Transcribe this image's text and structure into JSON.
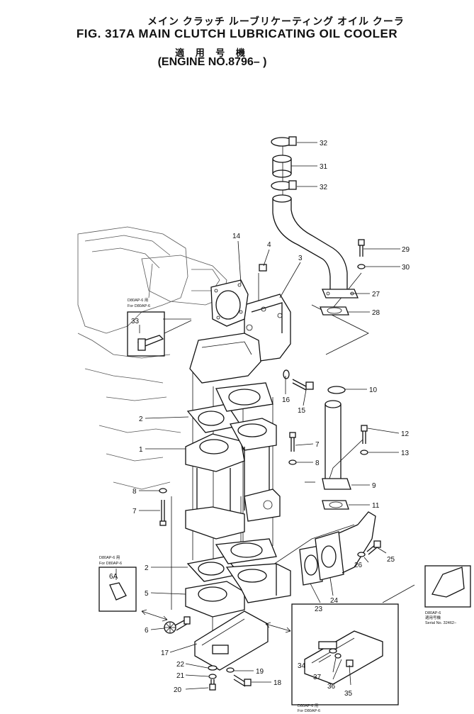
{
  "header": {
    "jp_title": "メイン クラッチ ルーブリケーティング オイル クーラ",
    "title": "FIG. 317A  MAIN CLUTCH LUBRICATING OIL COOLER",
    "applicability_jp": "適 用 号 機",
    "applicability": "(ENGINE NO.8796– )"
  },
  "callouts": {
    "c1": "1",
    "c2a": "2",
    "c2b": "2",
    "c3": "3",
    "c4": "4",
    "c5": "5",
    "c6": "6",
    "c6a": "6A",
    "c7a": "7",
    "c7b": "7",
    "c8a": "8",
    "c8b": "8",
    "c9": "9",
    "c10": "10",
    "c11": "11",
    "c12": "12",
    "c13": "13",
    "c14": "14",
    "c15": "15",
    "c16": "16",
    "c17": "17",
    "c18": "18",
    "c19": "19",
    "c20": "20",
    "c21": "21",
    "c22": "22",
    "c23": "23",
    "c24": "24",
    "c25": "25",
    "c26": "26",
    "c27": "27",
    "c28": "28",
    "c29": "29",
    "c30": "30",
    "c31": "31",
    "c32a": "32",
    "c32b": "32",
    "c33": "33",
    "c34": "34",
    "c35": "35",
    "c36": "36",
    "c37": "37"
  },
  "notes": {
    "box33_jp": "D80AP-6 用",
    "box33": "For D80AP-6",
    "box6a_jp": "D80AP-6 用",
    "box6a": "For D80AP-6",
    "right_box_jp": "D80AP-6",
    "right_box_jp2": "適用号機",
    "right_box_serial": "Serial No. 32462–",
    "bottom_jp": "D80AP-6 用",
    "bottom": "For D80AP-6"
  }
}
